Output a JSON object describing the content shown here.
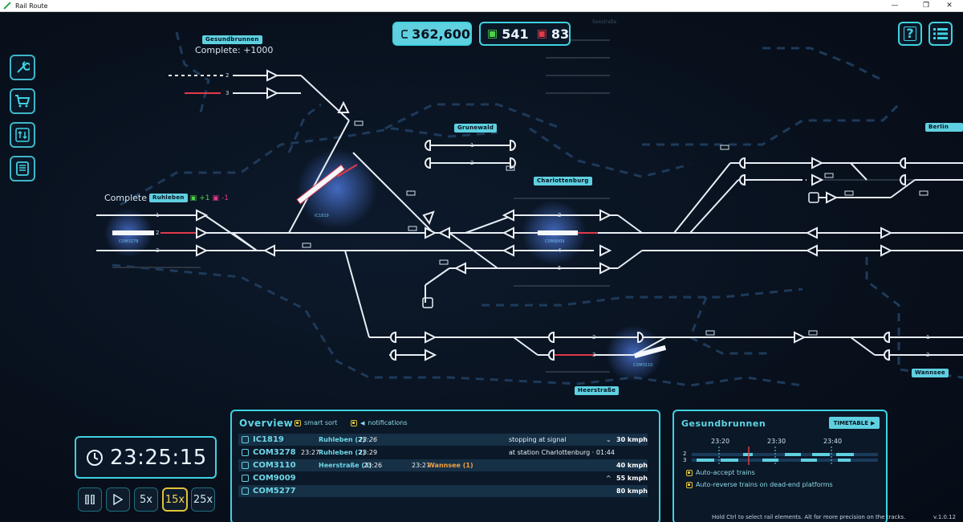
{
  "window": {
    "title": "Rail Route",
    "minimize": "—",
    "restore": "❐",
    "close": "✕"
  },
  "top_bar": {
    "money": "362,600",
    "arrived": "541",
    "missed": "83"
  },
  "stations": {
    "gesundbrunnen": "Gesundbrunnen",
    "grunewald": "Grunewald",
    "charlottenburg": "Charlottenburg",
    "ruhleben": "Ruhleben",
    "berlin_hbf": "Berlin Hbf",
    "wannsee": "Wannsee",
    "heerstrasse": "Heerstraße",
    "top_faded": "Seestraße"
  },
  "completions": {
    "gesundbrunnen": "Complete: +1000",
    "ruhleben_prefix": "Complete",
    "ruhleben_plus": "+1",
    "ruhleben_minus": "-1"
  },
  "track_numbers": [
    "1",
    "2",
    "3",
    "4",
    "5",
    "6"
  ],
  "trains_on_map": {
    "ic1819": "IC1819",
    "com3278": "COM3278",
    "com3110": "COM3110",
    "com9009": "COM9009"
  },
  "clock": {
    "time": "23:25:15"
  },
  "speed_controls": {
    "speed_5x": "5x",
    "speed_15x": "15x",
    "speed_25x": "25x",
    "active": "15x"
  },
  "overview": {
    "title": "Overview",
    "smart_sort": "smart sort",
    "notifications": "notifications",
    "rows": [
      {
        "id": "IC1819",
        "time_before": "",
        "from": "Ruhleben (2)",
        "time_after": "23:26",
        "dest_time": "",
        "dest": "",
        "status": "stopping at signal",
        "chev": "⌄",
        "speed": "30 kmph"
      },
      {
        "id": "COM3278",
        "time_before": "23:27",
        "from": "Ruhleben (2)",
        "time_after": "23:29",
        "dest_time": "",
        "dest": "",
        "status": "at station Charlottenburg · 01:44",
        "chev": "",
        "speed": ""
      },
      {
        "id": "COM3110",
        "time_before": "",
        "from": "Heerstraße (3)",
        "time_after": "23:26",
        "dest_time": "23:27",
        "dest": "Wannsee (1)",
        "status": "",
        "chev": "",
        "speed": "40 kmph"
      },
      {
        "id": "COM9009",
        "time_before": "",
        "from": "",
        "time_after": "",
        "dest_time": "",
        "dest": "",
        "status": "",
        "chev": "^",
        "speed": "55 kmph"
      },
      {
        "id": "COM5277",
        "time_before": "",
        "from": "",
        "time_after": "",
        "dest_time": "",
        "dest": "",
        "status": "",
        "chev": "",
        "speed": "80 kmph"
      }
    ]
  },
  "station_panel": {
    "title": "Gesundbrunnen",
    "timetable_button": "Timetable",
    "times": [
      "23:20",
      "23:30",
      "23:40"
    ],
    "track_labels": [
      "2",
      "3"
    ],
    "auto_accept": "Auto-accept trains",
    "auto_reverse": "Auto-reverse trains on dead-end platforms"
  },
  "footer": {
    "hint": "Hold Ctrl to select rail elements. Alt for more precision on the tracks.",
    "version": "v.1.0.12"
  },
  "colors": {
    "accent": "#3fd2e0",
    "gold": "#e0c23a",
    "red_train": "#e03a4a",
    "green_train": "#4cd14c",
    "orange_dest": "#f0a040"
  }
}
